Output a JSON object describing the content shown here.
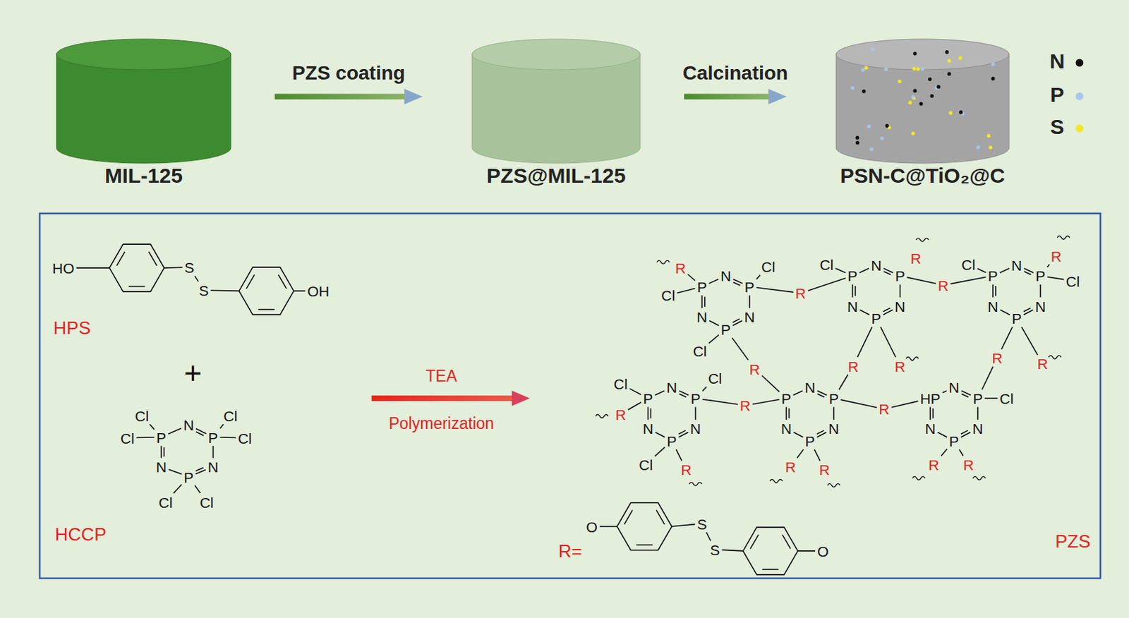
{
  "diagram": {
    "nodes": [
      {
        "text": [
          "MIL-125"
        ]
      },
      {
        "text": [
          "PZS@MIL-125"
        ]
      },
      {
        "text": [
          "PSN-C@TiO₂@C"
        ]
      }
    ],
    "edges": [
      {
        "from": 0,
        "to": 1,
        "arrow": "to",
        "label": "PZS coating"
      },
      {
        "from": 1,
        "to": 2,
        "arrow": "to",
        "label": "Calcination"
      }
    ],
    "labels": [
      "HO",
      "S",
      "S",
      "OH",
      "HPS",
      "+",
      "P",
      "N",
      "P",
      "N",
      "P",
      "N",
      "Cl",
      "Cl",
      "Cl",
      "Cl",
      "Cl",
      "Cl",
      "HCCP",
      "TEA",
      "Polymerization",
      "P",
      "N",
      "P",
      "N",
      "P",
      "N",
      "P",
      "N",
      "P",
      "N",
      "P",
      "N",
      "P",
      "N",
      "P",
      "N",
      "P",
      "N",
      "P",
      "N",
      "P",
      "N",
      "P",
      "N",
      "P",
      "N",
      "P",
      "N",
      "P",
      "N",
      "HP",
      "N",
      "P",
      "N",
      "P",
      "N",
      "R",
      "Cl",
      "Cl",
      "Cl",
      "R",
      "Cl",
      "R",
      "R",
      "R",
      "R",
      "Cl",
      "R",
      "Cl",
      "R",
      "R",
      "R",
      "Cl",
      "R",
      "Cl",
      "Cl",
      "R",
      "R",
      "R",
      "R",
      "R",
      "Cl",
      "R",
      "R",
      "R=",
      "O",
      "S",
      "S",
      "O",
      "PZS"
    ],
    "legend": [
      {
        "text": "N",
        "color": "#111111"
      },
      {
        "text": "P",
        "color": "#a8c6ea"
      },
      {
        "text": "S",
        "color": "#f3e624"
      }
    ]
  }
}
